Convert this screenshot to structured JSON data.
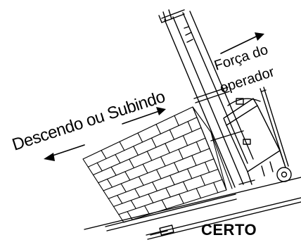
{
  "labels": {
    "travel_direction": "Descendo ou Subindo",
    "operator_force_line1": "Força do",
    "operator_force_line2": "operador",
    "verdict": "CERTO"
  },
  "colors": {
    "ink": "#000000",
    "background": "#ffffff"
  }
}
